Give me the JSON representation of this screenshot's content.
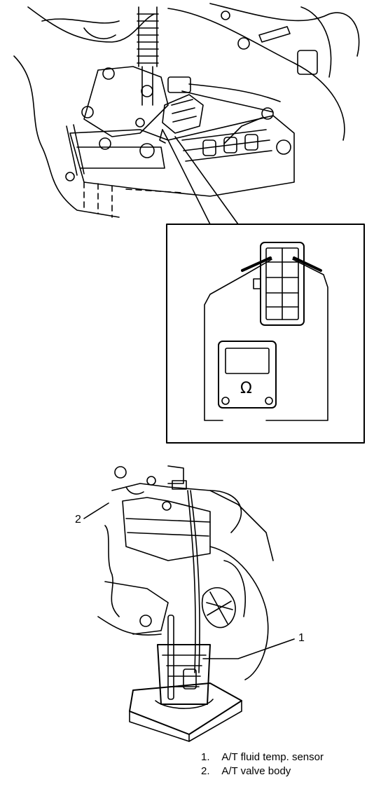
{
  "callouts": {
    "one": "1",
    "two": "2"
  },
  "meter_symbol": "Ω",
  "legend": [
    {
      "num": "1.",
      "text": "A/T fluid temp. sensor"
    },
    {
      "num": "2.",
      "text": "A/T valve body"
    }
  ]
}
